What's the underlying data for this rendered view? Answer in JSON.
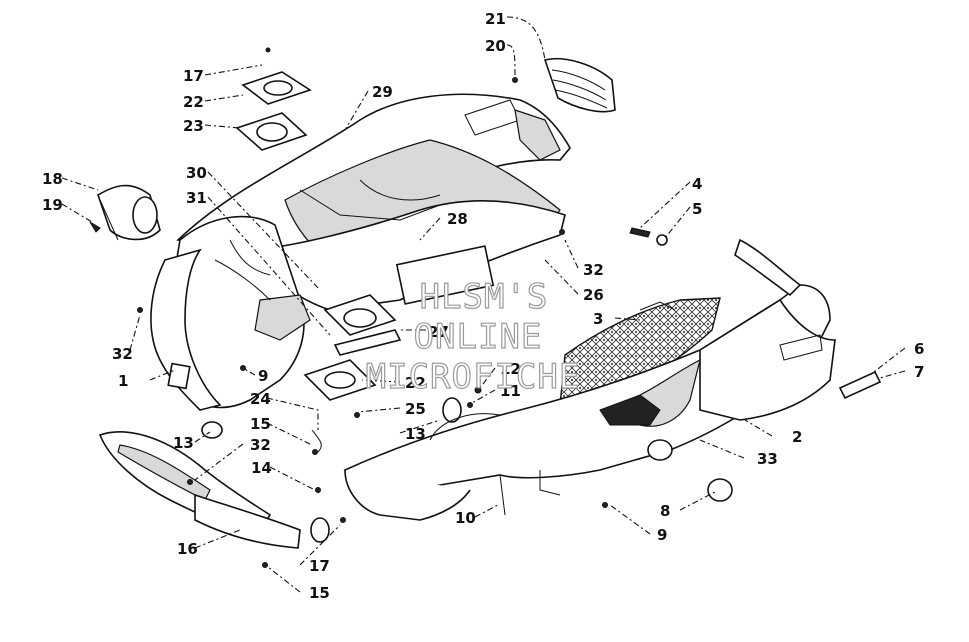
{
  "watermark": {
    "line1": "HLSM'S",
    "line2": "ONLINE",
    "line3": "MICROFICHE"
  },
  "callouts": {
    "c21": "21",
    "c20": "20",
    "c17a": "17",
    "c22a": "22",
    "c23": "23",
    "c29": "29",
    "c18": "18",
    "c19": "19",
    "c30": "30",
    "c31": "31",
    "c28": "28",
    "c4": "4",
    "c5": "5",
    "c32a": "32",
    "c26": "26",
    "c3": "3",
    "c27": "27",
    "c32b": "32",
    "c1": "1",
    "c9a": "9",
    "c12": "12",
    "c11": "11",
    "c22b": "22",
    "c24": "24",
    "c25": "25",
    "c15a": "15",
    "c13a": "13",
    "c13b": "13",
    "c32c": "32",
    "c6": "6",
    "c7": "7",
    "c2": "2",
    "c33": "33",
    "c14": "14",
    "c8": "8",
    "c10": "10",
    "c9b": "9",
    "c16": "16",
    "c17b": "17",
    "c15b": "15"
  },
  "colors": {
    "ink": "#111111",
    "shade": "#d9d9d9",
    "paper": "#ffffff"
  }
}
